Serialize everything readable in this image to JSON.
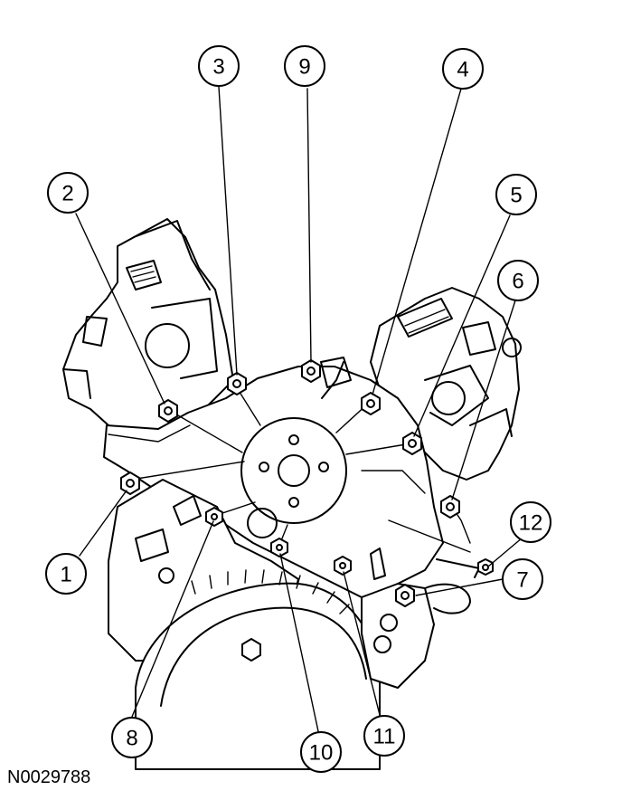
{
  "figure": {
    "id_label": "N0029788"
  },
  "callouts": [
    {
      "n": "1"
    },
    {
      "n": "2"
    },
    {
      "n": "3"
    },
    {
      "n": "4"
    },
    {
      "n": "5"
    },
    {
      "n": "6"
    },
    {
      "n": "7"
    },
    {
      "n": "8"
    },
    {
      "n": "9"
    },
    {
      "n": "10"
    },
    {
      "n": "11"
    },
    {
      "n": "12"
    }
  ],
  "colors": {
    "line": "#000000",
    "background": "#ffffff"
  }
}
